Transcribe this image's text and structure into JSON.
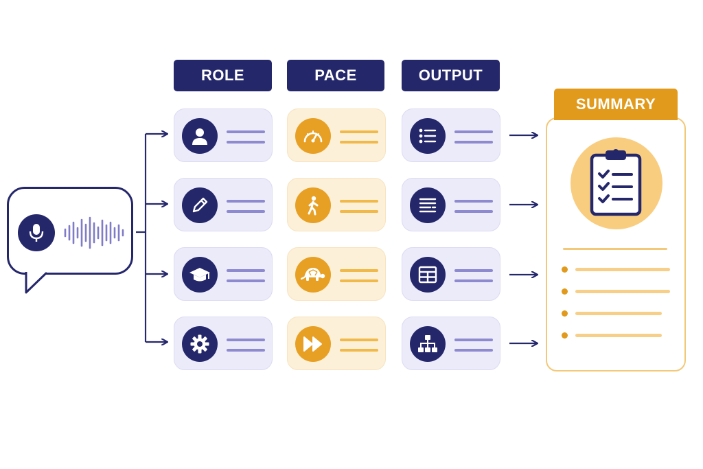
{
  "headers": {
    "role": "ROLE",
    "pace": "PACE",
    "output": "OUTPUT",
    "summary": "SUMMARY"
  },
  "input": {
    "icon": "microphone-icon",
    "wave_icon": "soundwave-icon"
  },
  "columns": {
    "role": [
      "person-icon",
      "pencil-icon",
      "graduation-cap-icon",
      "gear-icon"
    ],
    "pace": [
      "speedometer-icon",
      "walking-person-icon",
      "turtle-icon",
      "fast-forward-icon"
    ],
    "output": [
      "bulleted-list-icon",
      "text-lines-icon",
      "table-icon",
      "hierarchy-icon"
    ]
  },
  "summary": {
    "icon": "clipboard-checklist-icon",
    "item_count": 4
  },
  "colors": {
    "navy": "#25276b",
    "amber": "#e7a024",
    "lavender_card": "#ecebf9",
    "cream_card": "#fdf0d8",
    "summary_accent": "#e19a1b"
  }
}
